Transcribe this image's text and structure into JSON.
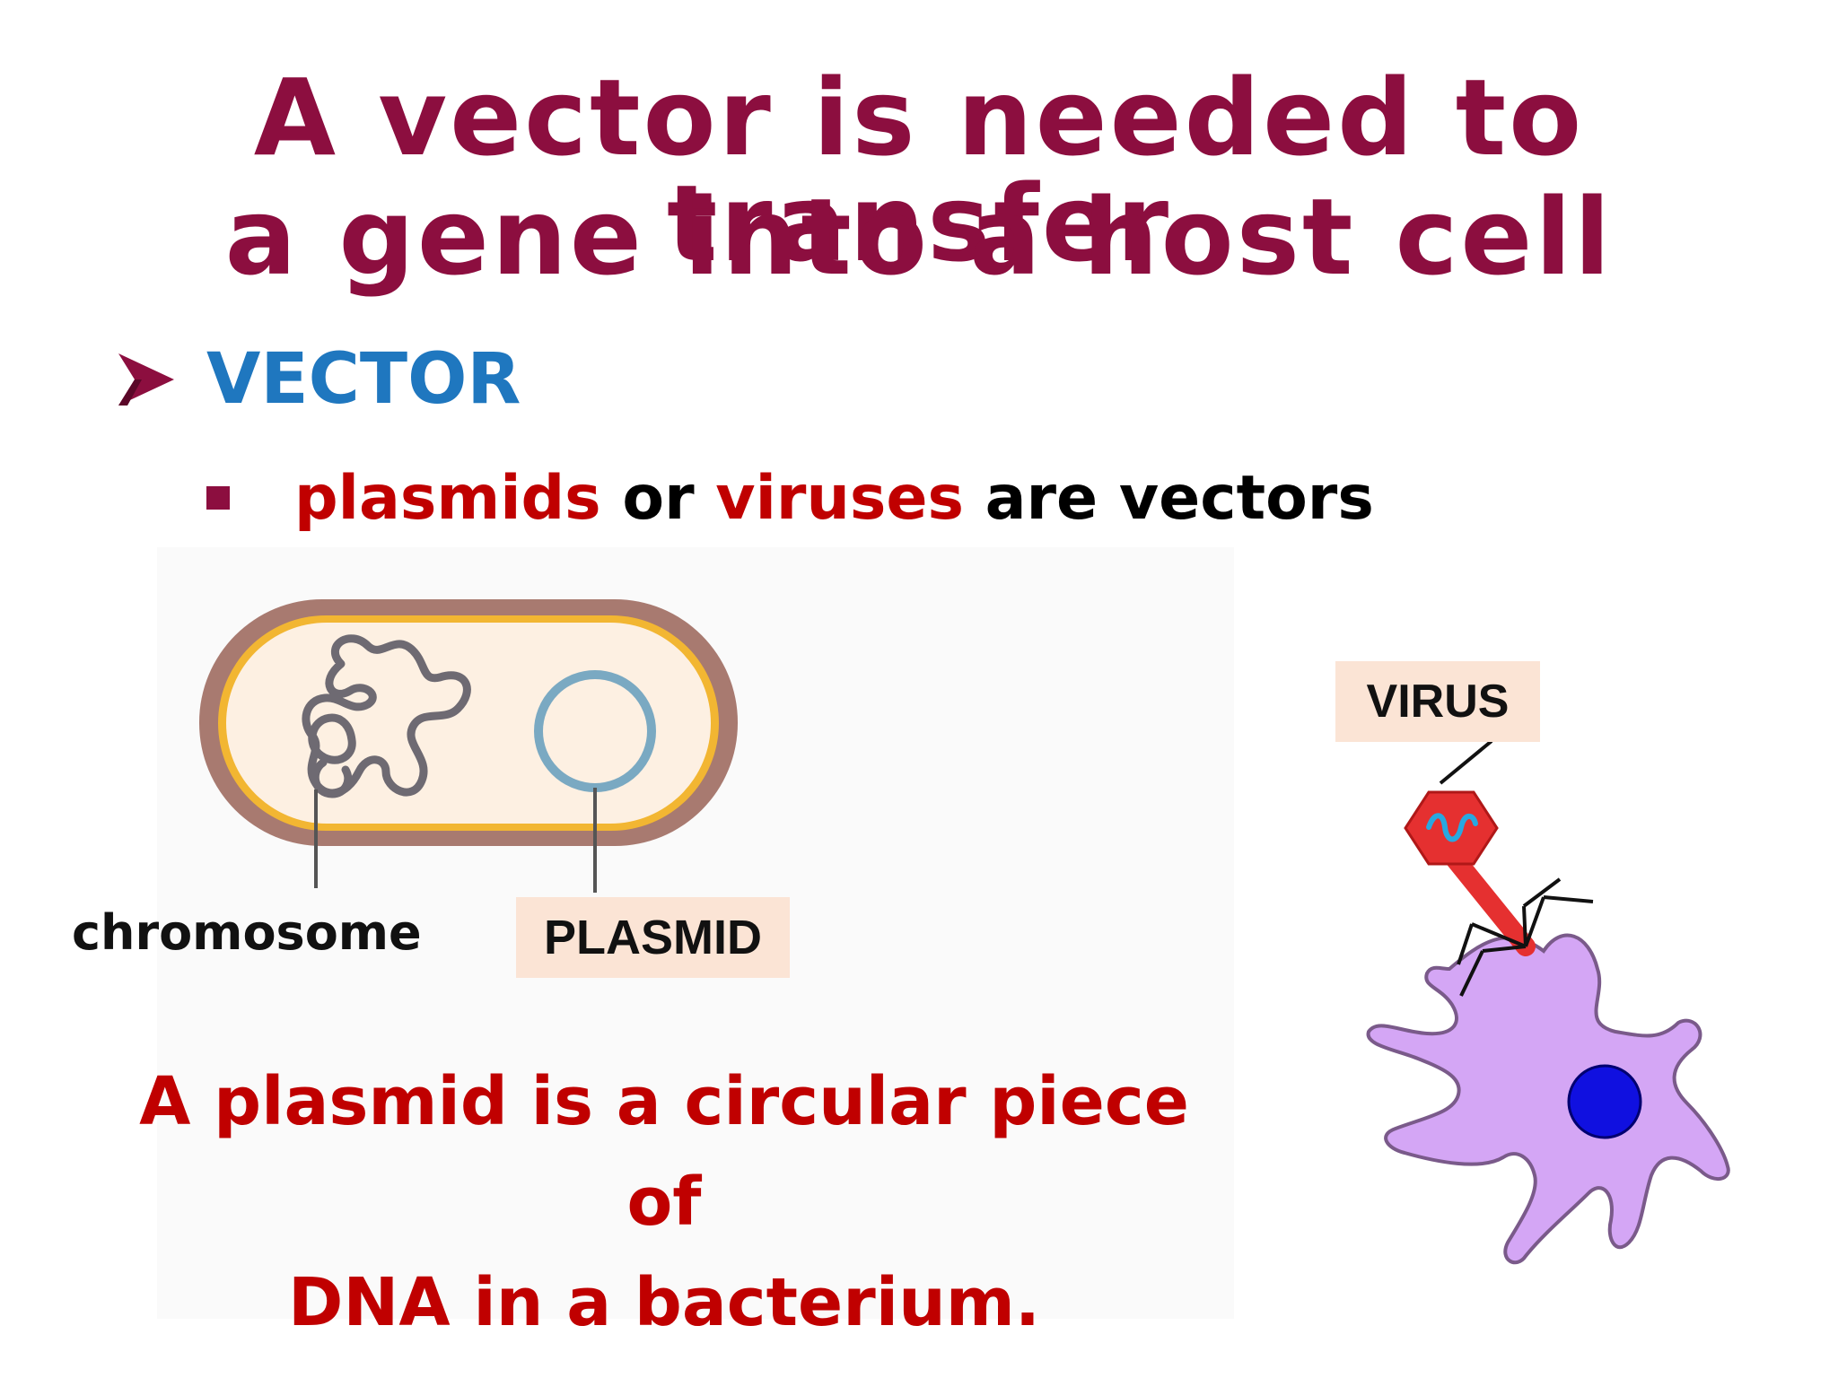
{
  "title": {
    "line1": "A vector is needed to transfer",
    "line2": "a gene into a host cell"
  },
  "bullet_level1": {
    "text": "VECTOR"
  },
  "bullet_level2": {
    "part1": "plasmids",
    "part2": " or ",
    "part3": "viruses",
    "part4": " are vectors"
  },
  "diagram_labels": {
    "chromosome": "chromosome",
    "plasmid": "PLASMID",
    "virus": "VIRUS"
  },
  "caption": {
    "line1": "A plasmid is a circular piece of",
    "line2": "DNA in a bacterium."
  },
  "colors": {
    "title": "#8c0e3f",
    "vector_heading": "#1f77bf",
    "emphasis_red": "#c00000",
    "label_box": "#fbe4d5",
    "host_cell": "#d4a6f5",
    "nucleus": "#1010e0",
    "virus_head": "#e53030",
    "plasmid_ring": "#7aa9c2"
  },
  "icons": {
    "level1_bullet": "arrow-bullet-icon",
    "level2_bullet": "square-bullet-icon"
  }
}
